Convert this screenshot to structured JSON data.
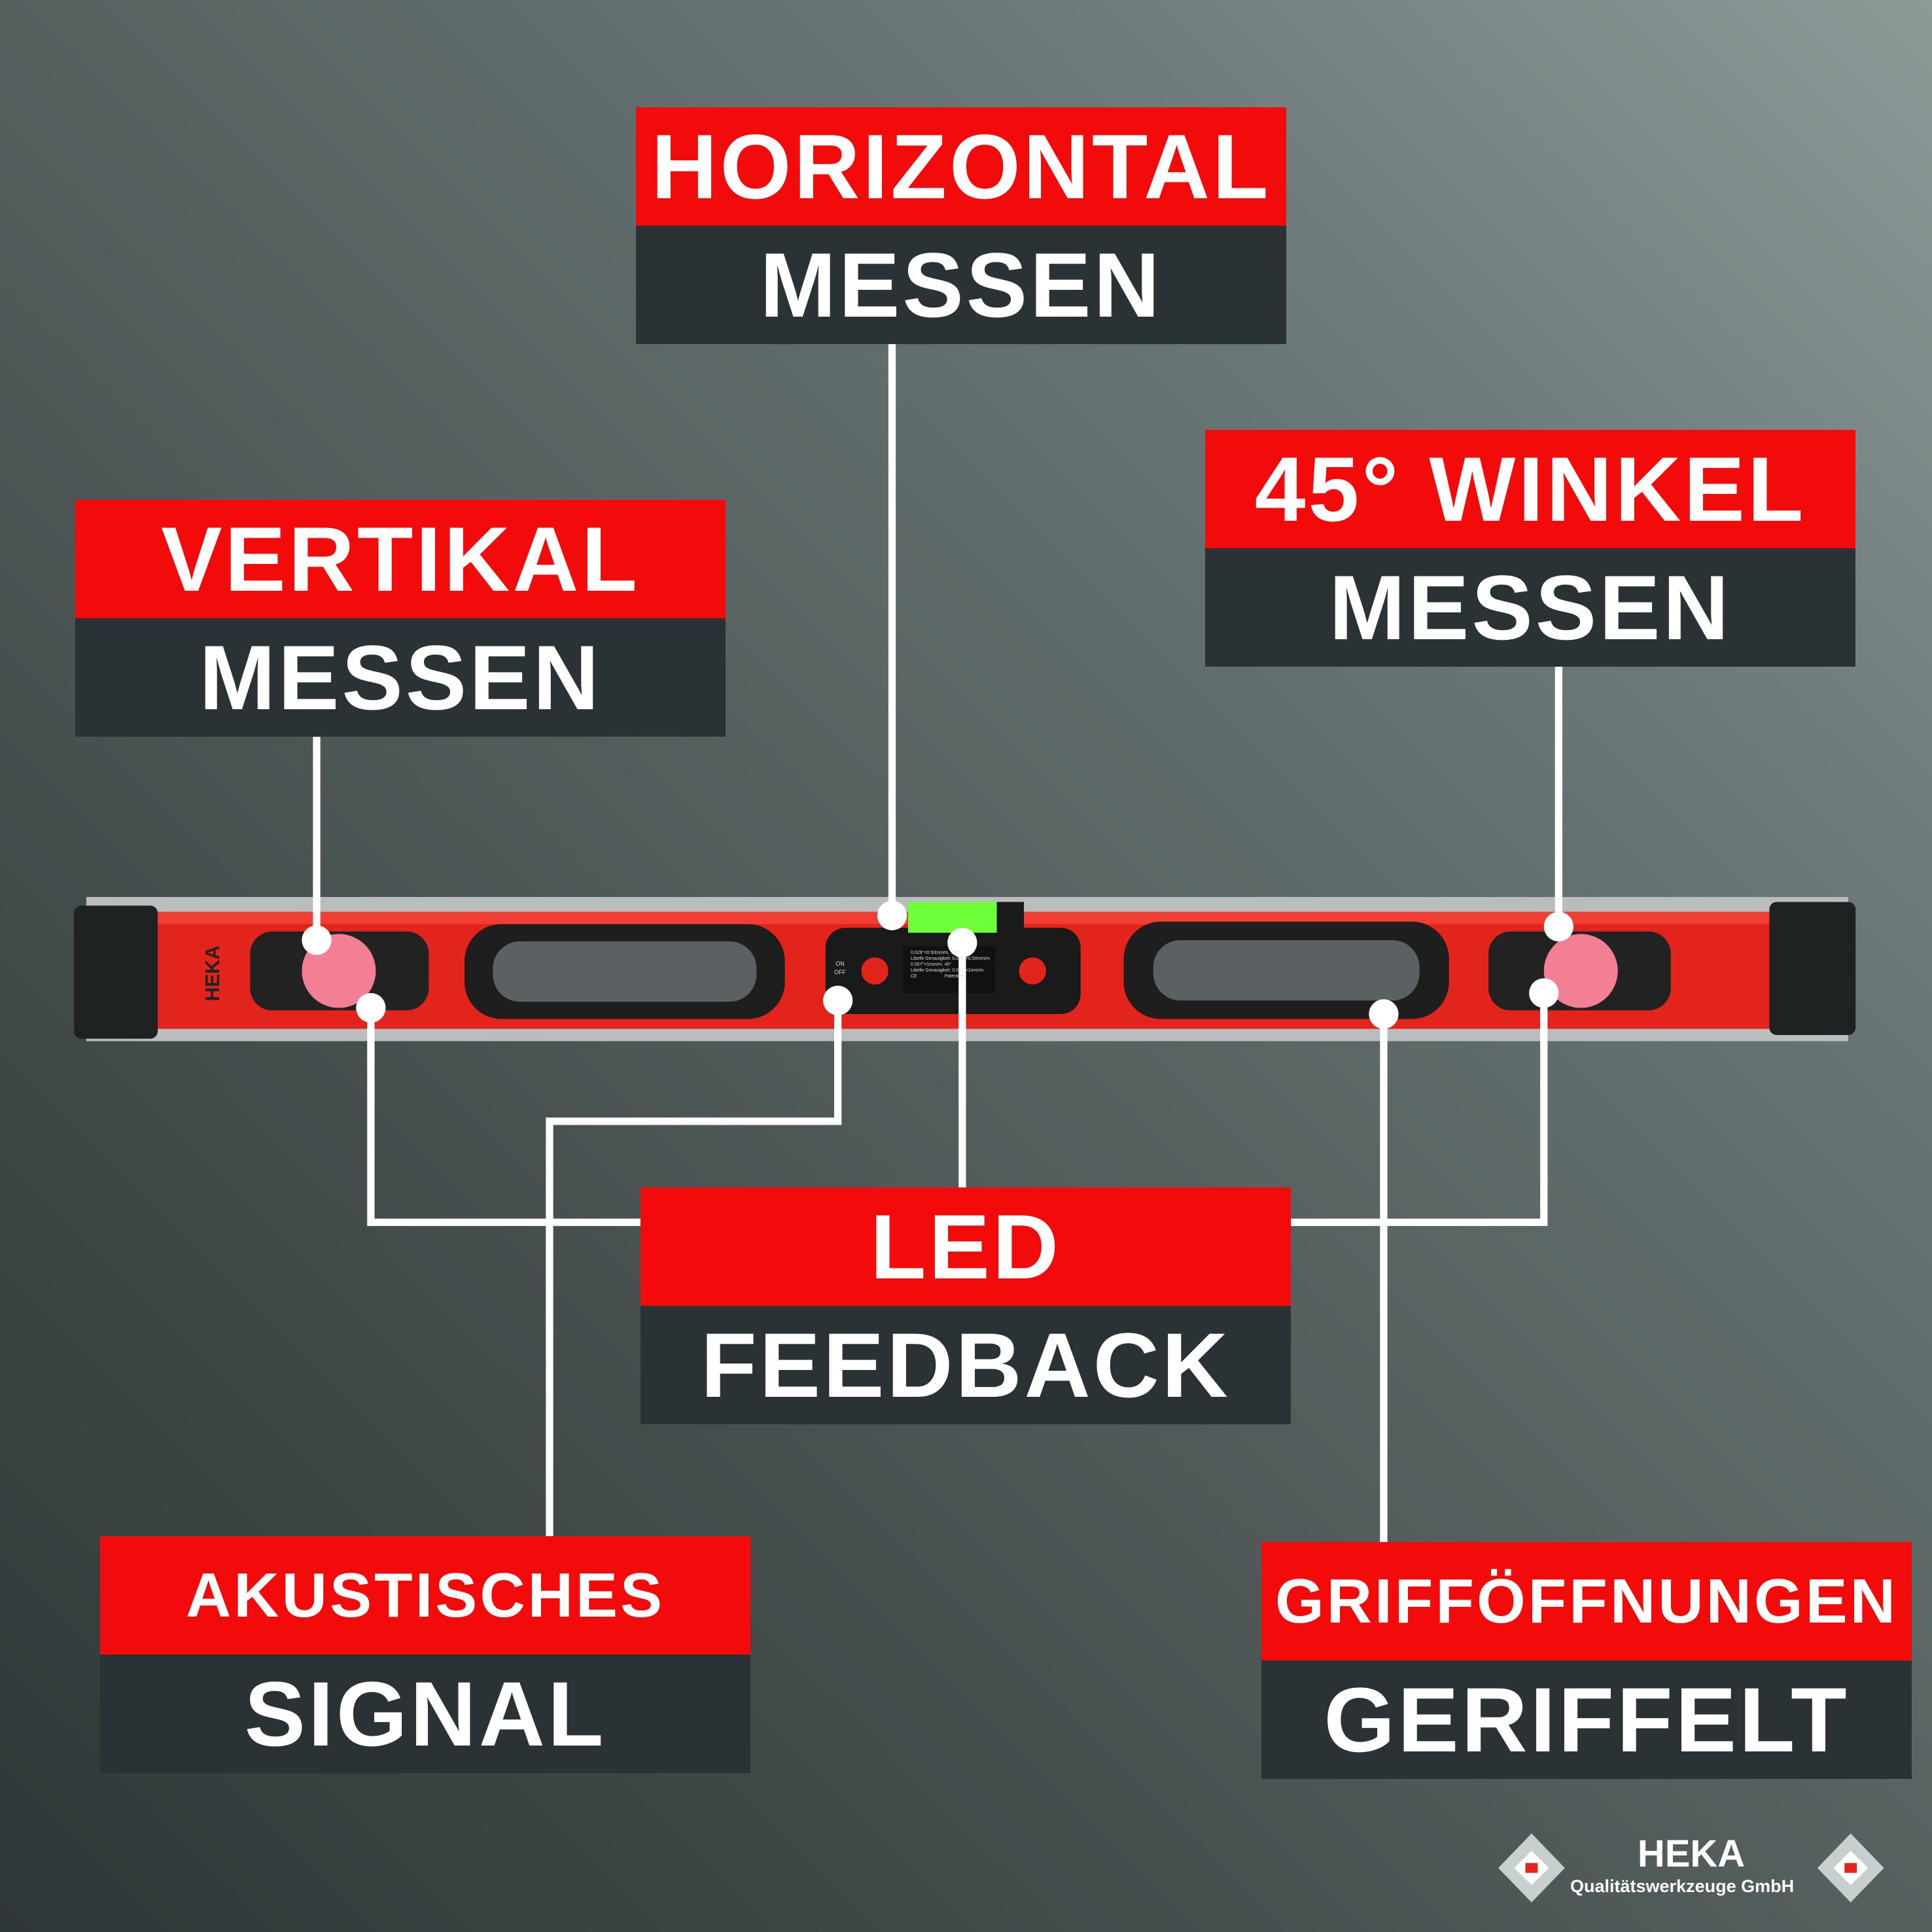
{
  "callouts": {
    "horizontal": {
      "top": "HORIZONTAL",
      "bottom": "MESSEN"
    },
    "vertical": {
      "top": "VERTIKAL",
      "bottom": "MESSEN"
    },
    "angle": {
      "top": "45° WINKEL",
      "bottom": "MESSEN"
    },
    "led": {
      "top": "LED",
      "bottom": "FEEDBACK"
    },
    "acoustic": {
      "top": "AKUSTISCHES",
      "bottom": "SIGNAL"
    },
    "grips": {
      "top": "GRIFFÖFFNUNGEN",
      "bottom": "GERIFFELT"
    }
  },
  "level": {
    "brand": "HEKA",
    "switch_on": "ON",
    "switch_off": "OFF",
    "spec_lines": [
      "0.029°=0.50mm/m, 180°",
      "Libelle Genauigkeit: 0.029°=0.50mm/m",
      "0.057°=1mm/m, 45°",
      "Libelle Genauigkeit: 0.057°=1mm/m"
    ],
    "ce": "CE",
    "patent": "Patentiert"
  },
  "logo": {
    "name": "HEKA",
    "subtitle": "Qualitätswerkzeuge GmbH"
  },
  "colors": {
    "red": "#f30a0a",
    "dark": "#2b3235",
    "bubble": "#6dff3a"
  }
}
